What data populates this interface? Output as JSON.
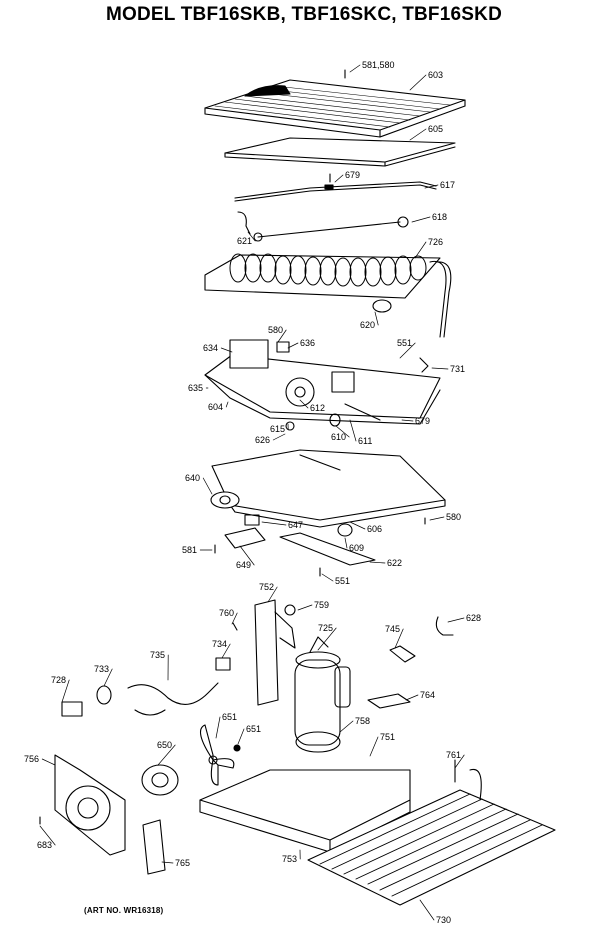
{
  "title": "MODEL TBF16SKB, TBF16SKC, TBF16SKD",
  "art_number": "(ART NO. WR16318)",
  "parts": [
    "581,580",
    "603",
    "605",
    "679",
    "617",
    "618",
    "621",
    "726",
    "620",
    "580",
    "636",
    "634",
    "551",
    "731",
    "635",
    "604",
    "612",
    "610",
    "611",
    "679",
    "615",
    "626",
    "640",
    "580",
    "606",
    "647",
    "649",
    "609",
    "581",
    "622",
    "551",
    "752",
    "760",
    "759",
    "725",
    "745",
    "628",
    "734",
    "735",
    "733",
    "728",
    "764",
    "758",
    "651",
    "651",
    "650",
    "751",
    "761",
    "756",
    "683",
    "765",
    "753",
    "730"
  ]
}
